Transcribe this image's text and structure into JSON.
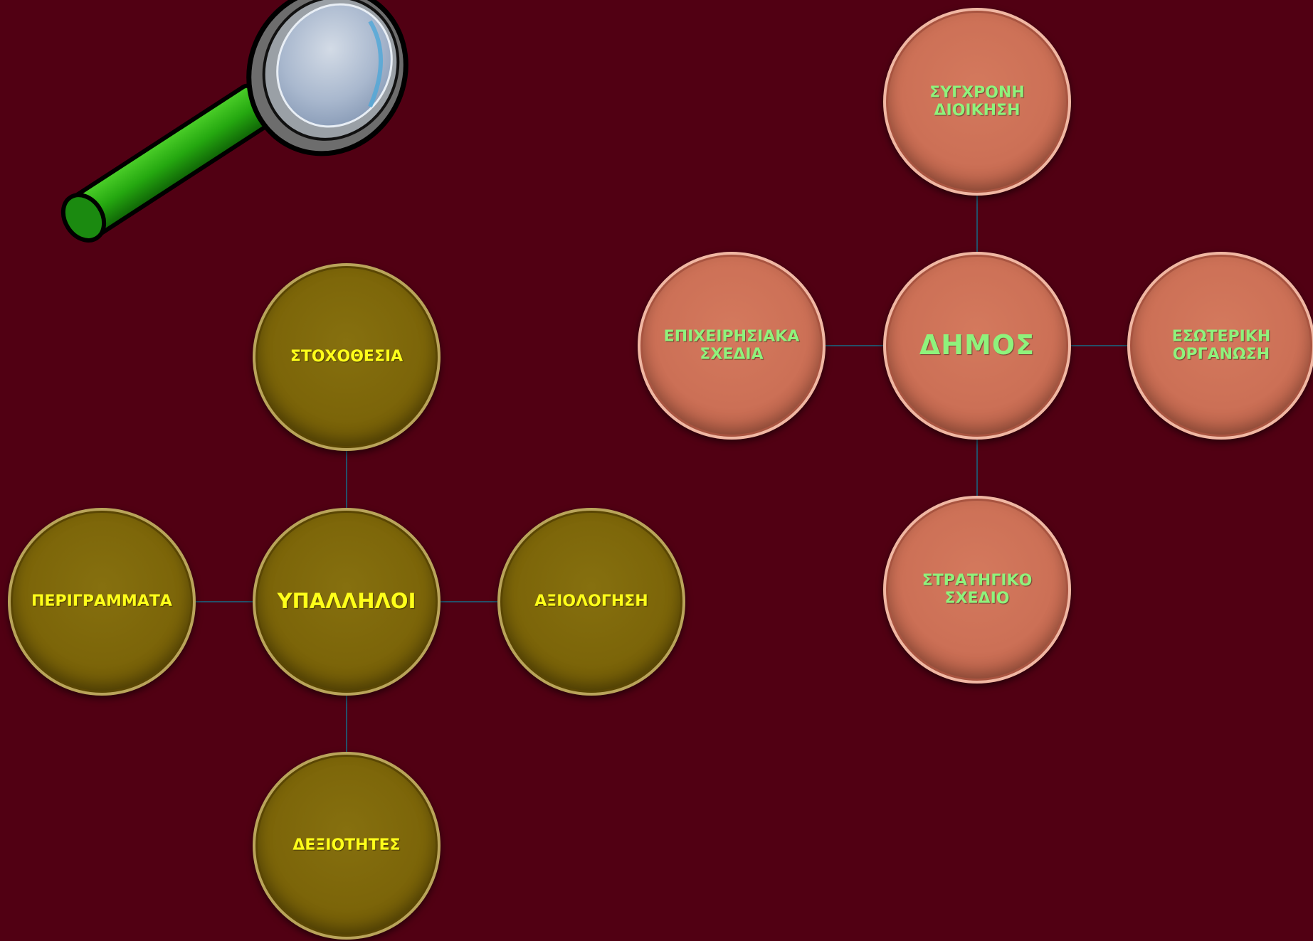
{
  "colors": {
    "background": "#510013",
    "olive_node": "#7c6509",
    "olive_text": "#ffff1a",
    "coral_node": "#cc7056",
    "coral_text": "#8ff27c",
    "connector": "#24506a"
  },
  "icons": {
    "magnifier": "magnifying-glass-icon"
  },
  "employees_diagram": {
    "center": "ΥΠΑΛΛΗΛΟΙ",
    "top": "ΣΤΟΧΟΘΕΣΙΑ",
    "left": "ΠΕΡΙΓΡΑΜΜΑΤΑ",
    "right": "ΑΞΙΟΛΟΓΗΣΗ",
    "bottom": "ΔΕΞΙΟΤΗΤΕΣ"
  },
  "municipality_diagram": {
    "center": "ΔΗΜΟΣ",
    "top": "ΣΥΓΧΡΟΝΗ\nΔΙΟΙΚΗΣΗ",
    "left": "ΕΠΙΧΕΙΡΗΣΙΑΚΑ\nΣΧΕΔΙΑ",
    "right": "ΕΣΩΤΕΡΙΚΗ\nΟΡΓΑΝΩΣΗ",
    "bottom": "ΣΤΡΑΤΗΓΙΚΟ\nΣΧΕΔΙΟ"
  }
}
